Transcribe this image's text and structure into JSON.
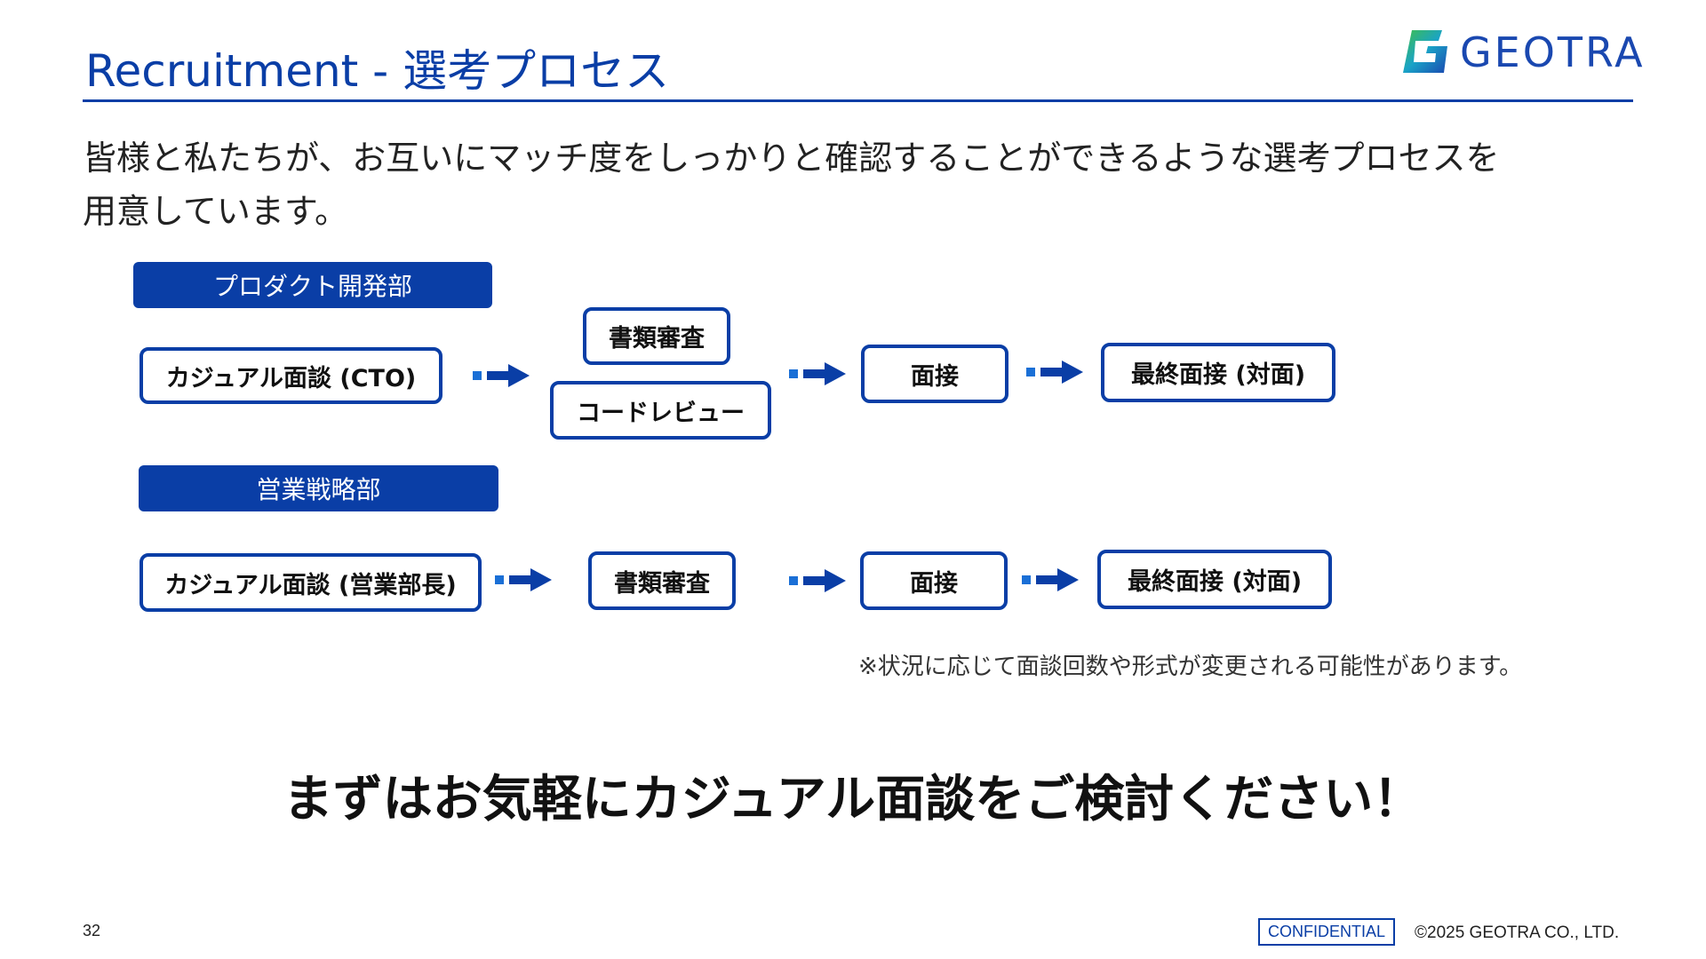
{
  "header": {
    "title": "Recruitment - 選考プロセス",
    "logo_text": "GEOTRA"
  },
  "intro_line1": "皆様と私たちが、お互いにマッチ度をしっかりと確認することができるような選考プロセスを",
  "intro_line2": "用意しています。",
  "flow_product": {
    "department": "プロダクト開発部",
    "step1": "カジュアル面談 (CTO)",
    "step2a": "書類審査",
    "step2b": "コードレビュー",
    "step3": "面接",
    "step4": "最終面接 (対面)"
  },
  "flow_sales": {
    "department": "営業戦略部",
    "step1": "カジュアル面談 (営業部長)",
    "step2": "書類審査",
    "step3": "面接",
    "step4": "最終面接 (対面)"
  },
  "note": "※状況に応じて面談回数や形式が変更される可能性があります。",
  "cta": "まずはお気軽にカジュアル面談をご検討ください！",
  "footer": {
    "page_number": "32",
    "confidential": "CONFIDENTIAL",
    "copyright": "©2025 GEOTRA CO., LTD."
  },
  "colors": {
    "brand_blue": "#0a3ea6",
    "logo_green": "#3fbf4a",
    "logo_teal": "#1aa3c7"
  },
  "icons": [
    "geotra-logo-icon",
    "arrow-right-icon"
  ]
}
